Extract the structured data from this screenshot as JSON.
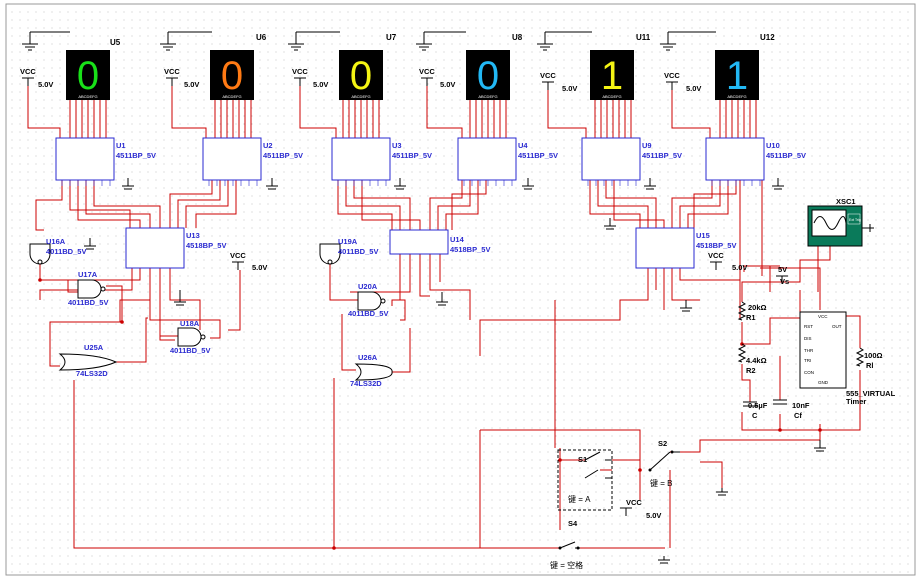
{
  "colors": {
    "wire": "#cc0000",
    "chip": "#2a2ad0",
    "ink": "#000000",
    "grid": "#c8c8c8",
    "scope_bg": "#0a7a5a"
  },
  "displays": [
    {
      "ref": "U5",
      "digit": "0",
      "color": "#19e019"
    },
    {
      "ref": "U6",
      "digit": "0",
      "color": "#ff7a14"
    },
    {
      "ref": "U7",
      "digit": "0",
      "color": "#f4f414"
    },
    {
      "ref": "U8",
      "digit": "0",
      "color": "#22b8f4"
    },
    {
      "ref": "U11",
      "digit": "1",
      "color": "#f4f414"
    },
    {
      "ref": "U12",
      "digit": "1",
      "color": "#22b8f4"
    }
  ],
  "display_pins": "ABCDEFG",
  "vcc_label": "VCC",
  "vcc_value": "5.0V",
  "decoders": [
    {
      "ref": "U1",
      "part": "4511BP_5V"
    },
    {
      "ref": "U2",
      "part": "4511BP_5V"
    },
    {
      "ref": "U3",
      "part": "4511BP_5V"
    },
    {
      "ref": "U4",
      "part": "4511BP_5V"
    },
    {
      "ref": "U9",
      "part": "4511BP_5V"
    },
    {
      "ref": "U10",
      "part": "4511BP_5V"
    }
  ],
  "counters": [
    {
      "ref": "U13",
      "part": "4518BP_5V"
    },
    {
      "ref": "U14",
      "part": "4518BP_5V"
    },
    {
      "ref": "U15",
      "part": "4518BP_5V"
    }
  ],
  "gates": [
    {
      "ref": "U16A",
      "part": "4011BD_5V"
    },
    {
      "ref": "U17A",
      "part": "4011BD_5V"
    },
    {
      "ref": "U18A",
      "part": "4011BD_5V"
    },
    {
      "ref": "U19A",
      "part": "4011BD_5V"
    },
    {
      "ref": "U20A",
      "part": "4011BD_5V"
    },
    {
      "ref": "U25A",
      "part": "74LS32D"
    },
    {
      "ref": "U26A",
      "part": "74LS32D"
    }
  ],
  "timer": {
    "part": "555_VIRTUAL",
    "sub": "Timer",
    "pins_left": [
      "RST",
      "DIS",
      "THR",
      "TRI",
      "CON"
    ],
    "pin_top": "VCC",
    "pin_bottom": "GND",
    "pin_out": "OUT"
  },
  "supply_5v": {
    "value": "5V",
    "name": "Vs"
  },
  "resistors": [
    {
      "value": "20kΩ",
      "ref": "R1"
    },
    {
      "value": "4.4kΩ",
      "ref": "R2"
    },
    {
      "value": "100Ω",
      "ref": "Rl"
    }
  ],
  "capacitors": [
    {
      "value": "0.5µF",
      "ref": "C"
    },
    {
      "value": "10nF",
      "ref": "Cf"
    }
  ],
  "scope": {
    "ref": "XSC1",
    "ext_label": "Ext Trig"
  },
  "switches": [
    {
      "ref": "S1",
      "key": "键 = A"
    },
    {
      "ref": "S2",
      "key": "键 = B"
    },
    {
      "ref": "S4",
      "key": "键 = 空格"
    }
  ]
}
